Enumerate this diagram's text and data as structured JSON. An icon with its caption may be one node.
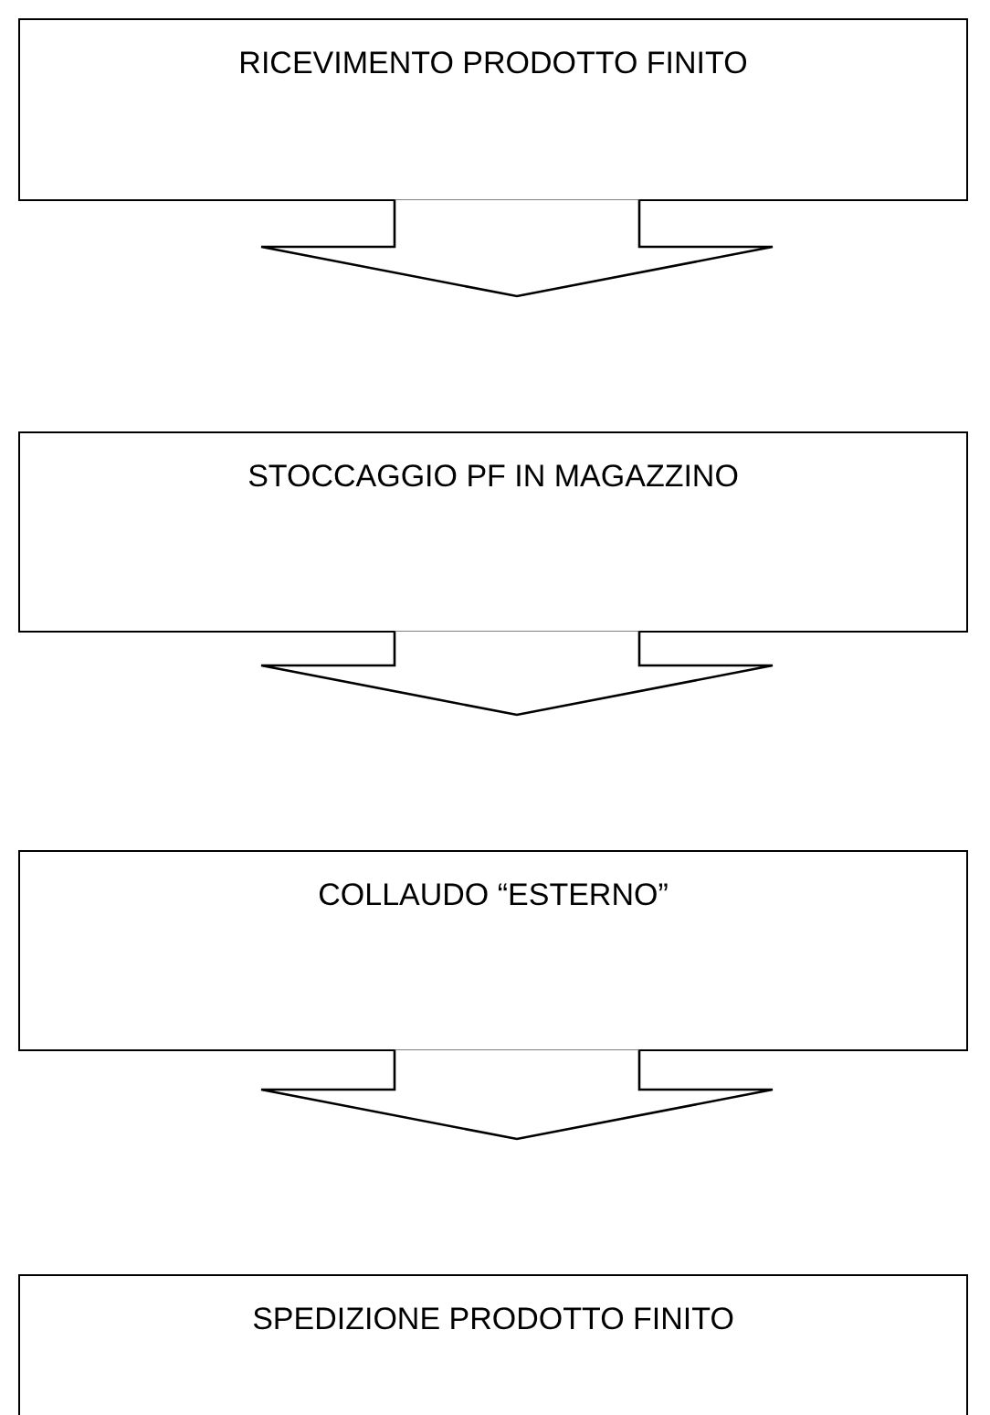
{
  "diagram": {
    "nodes": [
      {
        "text": [
          "RICEVIMENTO PRODOTTO FINITO"
        ]
      },
      {
        "text": [
          "STOCCAGGIO PF IN MAGAZZINO"
        ]
      },
      {
        "text": [
          "COLLAUDO “ESTERNO”"
        ]
      },
      {
        "text": [
          "SPEDIZIONE PRODOTTO FINITO"
        ]
      }
    ],
    "edges": [
      {
        "from": 0,
        "to": 1,
        "arrow": "to"
      },
      {
        "from": 1,
        "to": 2,
        "arrow": "to"
      },
      {
        "from": 2,
        "to": 3,
        "arrow": "to"
      }
    ]
  }
}
